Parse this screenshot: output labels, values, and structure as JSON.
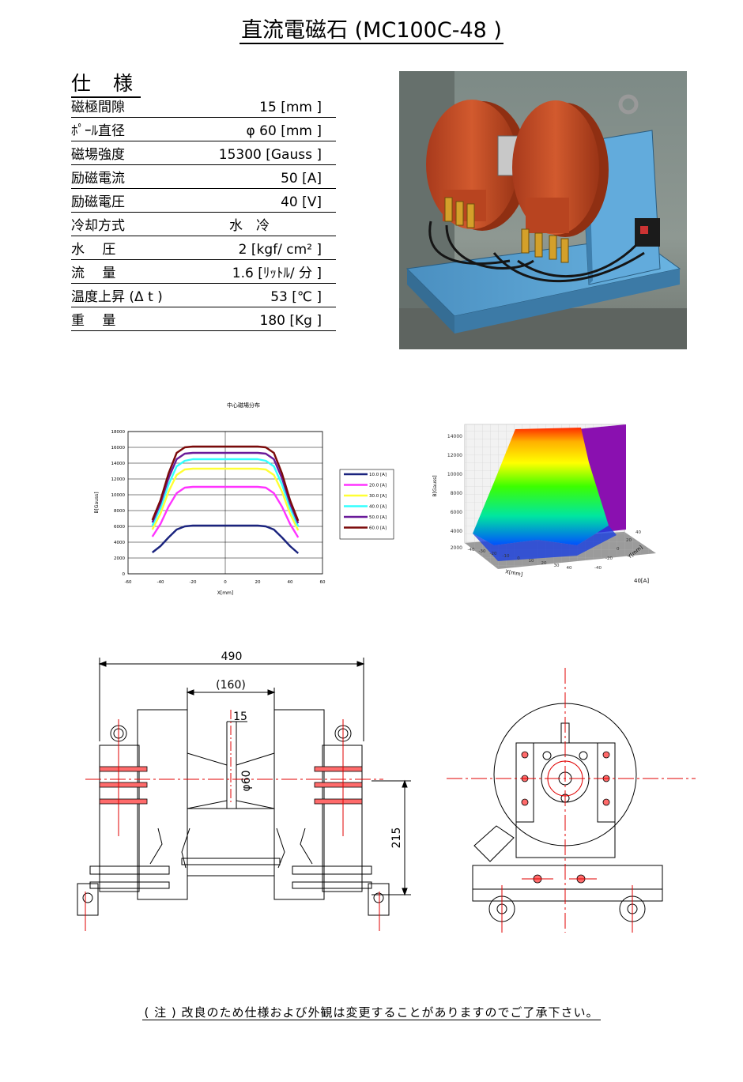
{
  "title": "直流電磁石 (MC100C-48 )",
  "spec_heading": "仕 様",
  "specs": [
    {
      "label": "磁極間隙",
      "value": "15 [mm ]"
    },
    {
      "label": "ﾎﾟｰﾙ直径",
      "value": "φ 60 [mm ]"
    },
    {
      "label": "磁場強度",
      "value": "15300 [Gauss ]"
    },
    {
      "label": "励磁電流",
      "value": "50 [A]"
    },
    {
      "label": "励磁電圧",
      "value": "40 [V]"
    },
    {
      "label": "冷却方式",
      "value": "水　冷"
    },
    {
      "label": "水　 圧",
      "value": "2 [kgf/ cm² ]"
    },
    {
      "label": "流　 量",
      "value": "1.6 [ﾘｯﾄﾙ/ 分 ]"
    },
    {
      "label": "温度上昇 (Δ t )",
      "value": "53 [℃ ]"
    },
    {
      "label": "重　 量",
      "value": "180 [Kg ]"
    }
  ],
  "colors": {
    "coil": "#c8502a",
    "frame": "#5fa6d6",
    "drawing_red": "#e00000"
  },
  "chart_data": [
    {
      "type": "line",
      "title": "中心磁場分布",
      "xlabel": "X[mm]",
      "ylabel": "B[Gauss]",
      "xlim": [
        -60,
        60
      ],
      "ylim": [
        0,
        18000
      ],
      "x_ticks": [
        "-60",
        "-40",
        "-20",
        "0",
        "20",
        "40",
        "60"
      ],
      "y_ticks": [
        "0",
        "2000",
        "4000",
        "6000",
        "8000",
        "10000",
        "12000",
        "14000",
        "16000",
        "18000"
      ],
      "x": [
        -45,
        -40,
        -35,
        -30,
        -25,
        -20,
        -10,
        0,
        10,
        20,
        25,
        30,
        35,
        40,
        45
      ],
      "series": [
        {
          "name": "10.0 [A]",
          "color": "#1a237e",
          "values": [
            2700,
            3500,
            4600,
            5600,
            6000,
            6100,
            6100,
            6100,
            6100,
            6100,
            6000,
            5600,
            4600,
            3500,
            2600
          ]
        },
        {
          "name": "20.0 [A]",
          "color": "#ff33ff",
          "values": [
            4700,
            6300,
            8500,
            10200,
            10900,
            11000,
            11000,
            11000,
            11000,
            11000,
            10900,
            10200,
            8500,
            6300,
            4600
          ]
        },
        {
          "name": "30.0 [A]",
          "color": "#ffff33",
          "values": [
            5600,
            7600,
            10400,
            12500,
            13200,
            13300,
            13300,
            13300,
            13300,
            13300,
            13200,
            12500,
            10400,
            7600,
            5500
          ]
        },
        {
          "name": "40.0 [A]",
          "color": "#33ffff",
          "values": [
            6100,
            8300,
            11300,
            13600,
            14300,
            14500,
            14500,
            14500,
            14500,
            14500,
            14300,
            13600,
            11300,
            8300,
            6000
          ]
        },
        {
          "name": "50.0 [A]",
          "color": "#6a1b9a",
          "values": [
            6500,
            8900,
            12100,
            14500,
            15200,
            15300,
            15300,
            15300,
            15300,
            15300,
            15200,
            14500,
            12100,
            8900,
            6400
          ]
        },
        {
          "name": "60.0 [A]",
          "color": "#7b0a0a",
          "values": [
            6800,
            9300,
            12700,
            15300,
            16000,
            16100,
            16100,
            16100,
            16100,
            16100,
            16000,
            15300,
            12700,
            9300,
            6700
          ]
        }
      ]
    },
    {
      "type": "area",
      "xlabel": "X[mm]",
      "ylabel": "B[Gauss]",
      "zlabel": "Y[mm]",
      "z_ticks": [
        "2000",
        "4000",
        "6000",
        "8000",
        "10000",
        "12000",
        "14000"
      ],
      "x_ticks": [
        "-40",
        "-30",
        "-20",
        "-10",
        "0",
        "10",
        "20",
        "30",
        "40"
      ],
      "y_ticks": [
        "-40",
        "-20",
        "0",
        "20",
        "40"
      ],
      "annotation": "40[A]"
    }
  ],
  "drawing": {
    "dim_width": "490",
    "dim_inner": "(160)",
    "dim_gap": "15",
    "dim_pole": "φ60",
    "dim_height": "215"
  },
  "note": "( 注 ) 改良のため仕様および外観は変更することがありますのでご了承下さい。"
}
